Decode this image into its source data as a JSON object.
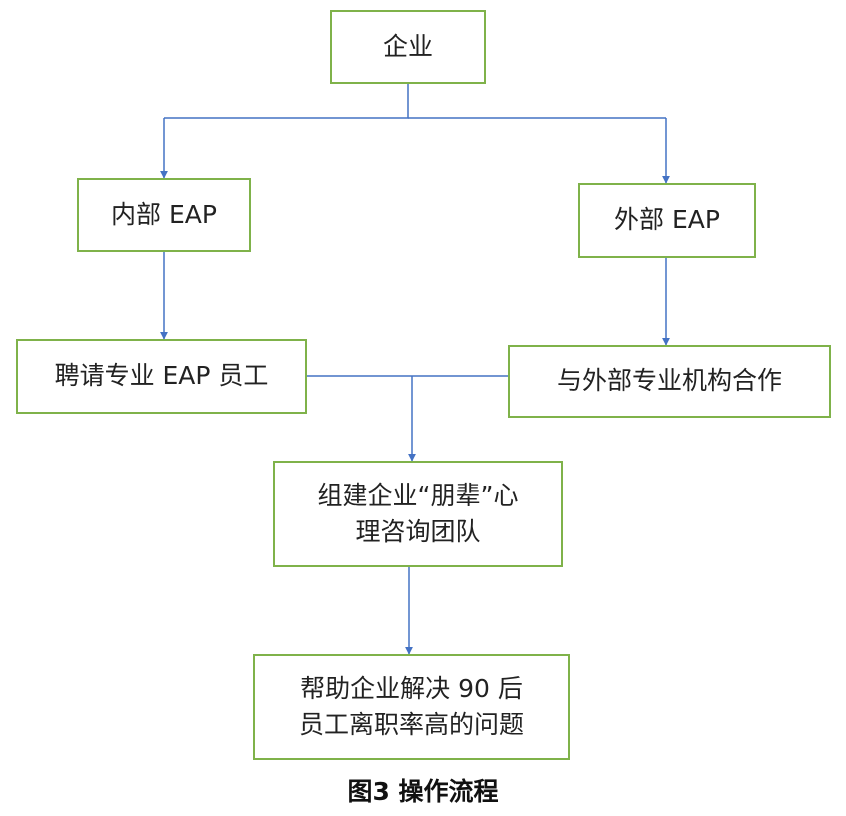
{
  "nodes": {
    "enterprise": "企业",
    "internal_eap": "内部 EAP",
    "external_eap": "外部 EAP",
    "hire_eap_staff": "聘请专业 EAP 员工",
    "external_partner": "与外部专业机构合作",
    "peer_team": [
      "组建企业“朋辈”心",
      "理咨询团队"
    ],
    "solve_problem": [
      "帮助企业解决 90 后",
      "员工离职率高的问题"
    ]
  },
  "caption": "图3  操作流程",
  "colors": {
    "box_border": "#7fb24a",
    "connector": "#4472c4"
  }
}
